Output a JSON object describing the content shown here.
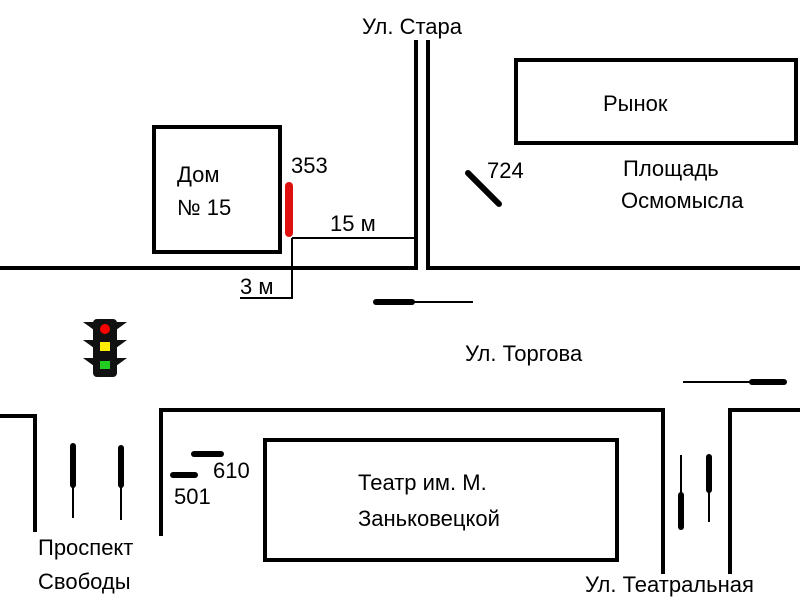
{
  "streets": {
    "stara": "Ул. Стара",
    "torgova": "Ул. Торгова",
    "prospect_line1": "Проспект",
    "prospect_line2": "Свободы",
    "teatralnaya": "Ул. Театральная"
  },
  "buildings": {
    "market": "Рынок",
    "square_line1": "Площадь",
    "square_line2": "Осмомысла",
    "house_line1": "Дом",
    "house_line2": "№ 15",
    "theatre_line1": "Театр им. М.",
    "theatre_line2": "Заньковецкой"
  },
  "vehicles": {
    "red_car": "353",
    "car_724": "724",
    "car_610": "610",
    "car_501": "501"
  },
  "dimensions": {
    "distance_15": "15 м",
    "distance_3": "3 м"
  },
  "colors": {
    "highlight_vehicle": "#e01010",
    "light_red": "#ff0000",
    "light_yellow": "#ffee00",
    "light_green": "#22cc22"
  }
}
